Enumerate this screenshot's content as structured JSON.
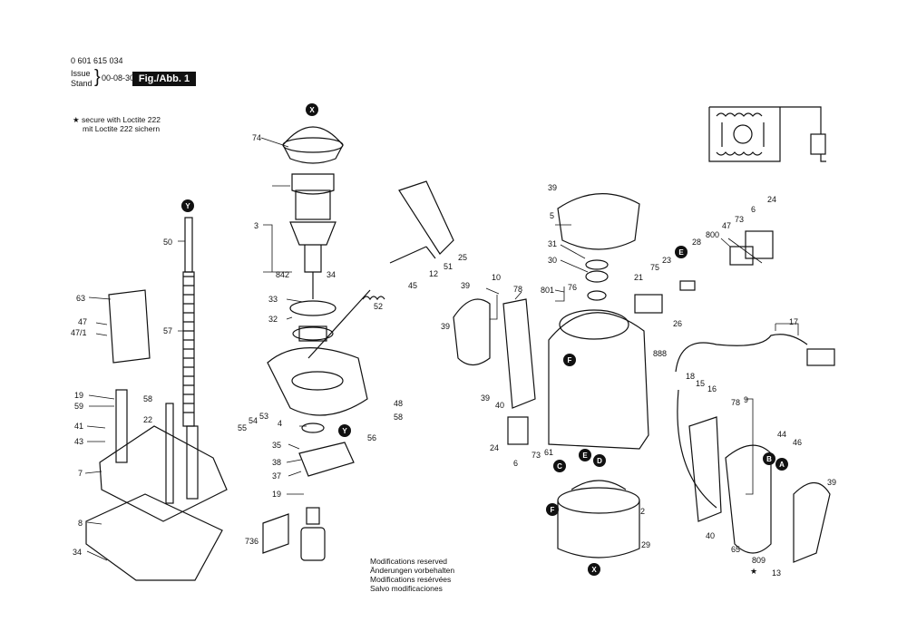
{
  "header": {
    "part_number": "0 601 615 034",
    "issue_label": "Issue",
    "stand_label": "Stand",
    "date": "00-08-30",
    "figure": "Fig./Abb. 1"
  },
  "note": {
    "star": "★",
    "line1": "secure with Loctite 222",
    "line2": "mit Loctite 222 sichern"
  },
  "modifications": [
    "Modifications reserved",
    "Änderungen vorbehalten",
    "Modifications resérvées",
    "Salvo modificaciones"
  ],
  "labels": [
    "74",
    "3",
    "842",
    "34",
    "33",
    "32",
    "12",
    "51",
    "25",
    "45",
    "52",
    "50",
    "57",
    "63",
    "47",
    "47/1",
    "19",
    "59",
    "41",
    "43",
    "7",
    "8",
    "34",
    "58",
    "22",
    "4",
    "48",
    "58",
    "53",
    "54",
    "55",
    "35",
    "56",
    "38",
    "37",
    "19",
    "736",
    "39",
    "5",
    "31",
    "30",
    "801",
    "76",
    "10",
    "78",
    "39",
    "39",
    "40",
    "39",
    "21",
    "75",
    "23",
    "26",
    "888",
    "28",
    "800",
    "47",
    "73",
    "6",
    "24",
    "17",
    "18",
    "15",
    "16",
    "61",
    "73",
    "24",
    "6",
    "78",
    "9",
    "44",
    "46",
    "2",
    "29",
    "40",
    "65",
    "809",
    "13",
    "39"
  ],
  "markers": [
    "X",
    "Y",
    "Y",
    "E",
    "F",
    "C",
    "E",
    "D",
    "F",
    "X",
    "B",
    "A"
  ],
  "icons": [
    "motor-schematic-icon",
    "loctite-star-icon"
  ]
}
